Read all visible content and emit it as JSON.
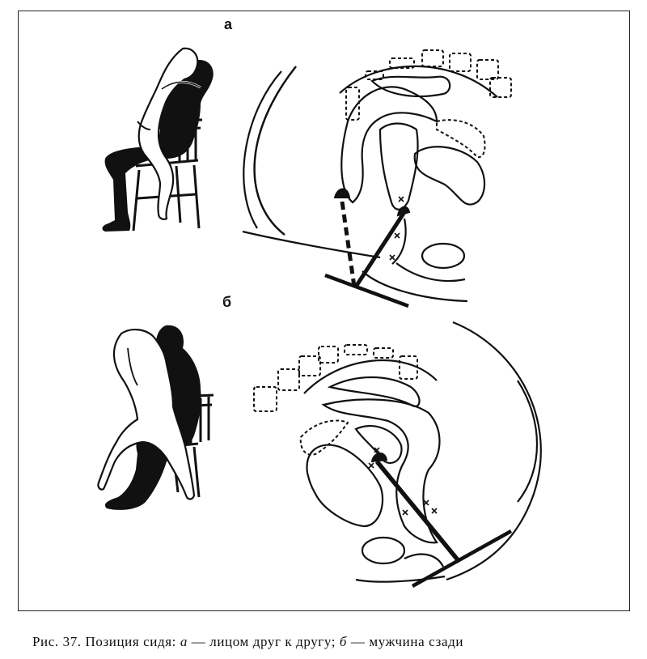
{
  "figure": {
    "panels": [
      {
        "label": "а"
      },
      {
        "label": "б"
      }
    ],
    "caption": {
      "prefix": "Рис. 37. Позиция сидя: ",
      "a_letter": "а",
      "a_text": " — лицом друг к другу; ",
      "b_letter": "б",
      "b_text": " — мужчина сзади"
    }
  }
}
